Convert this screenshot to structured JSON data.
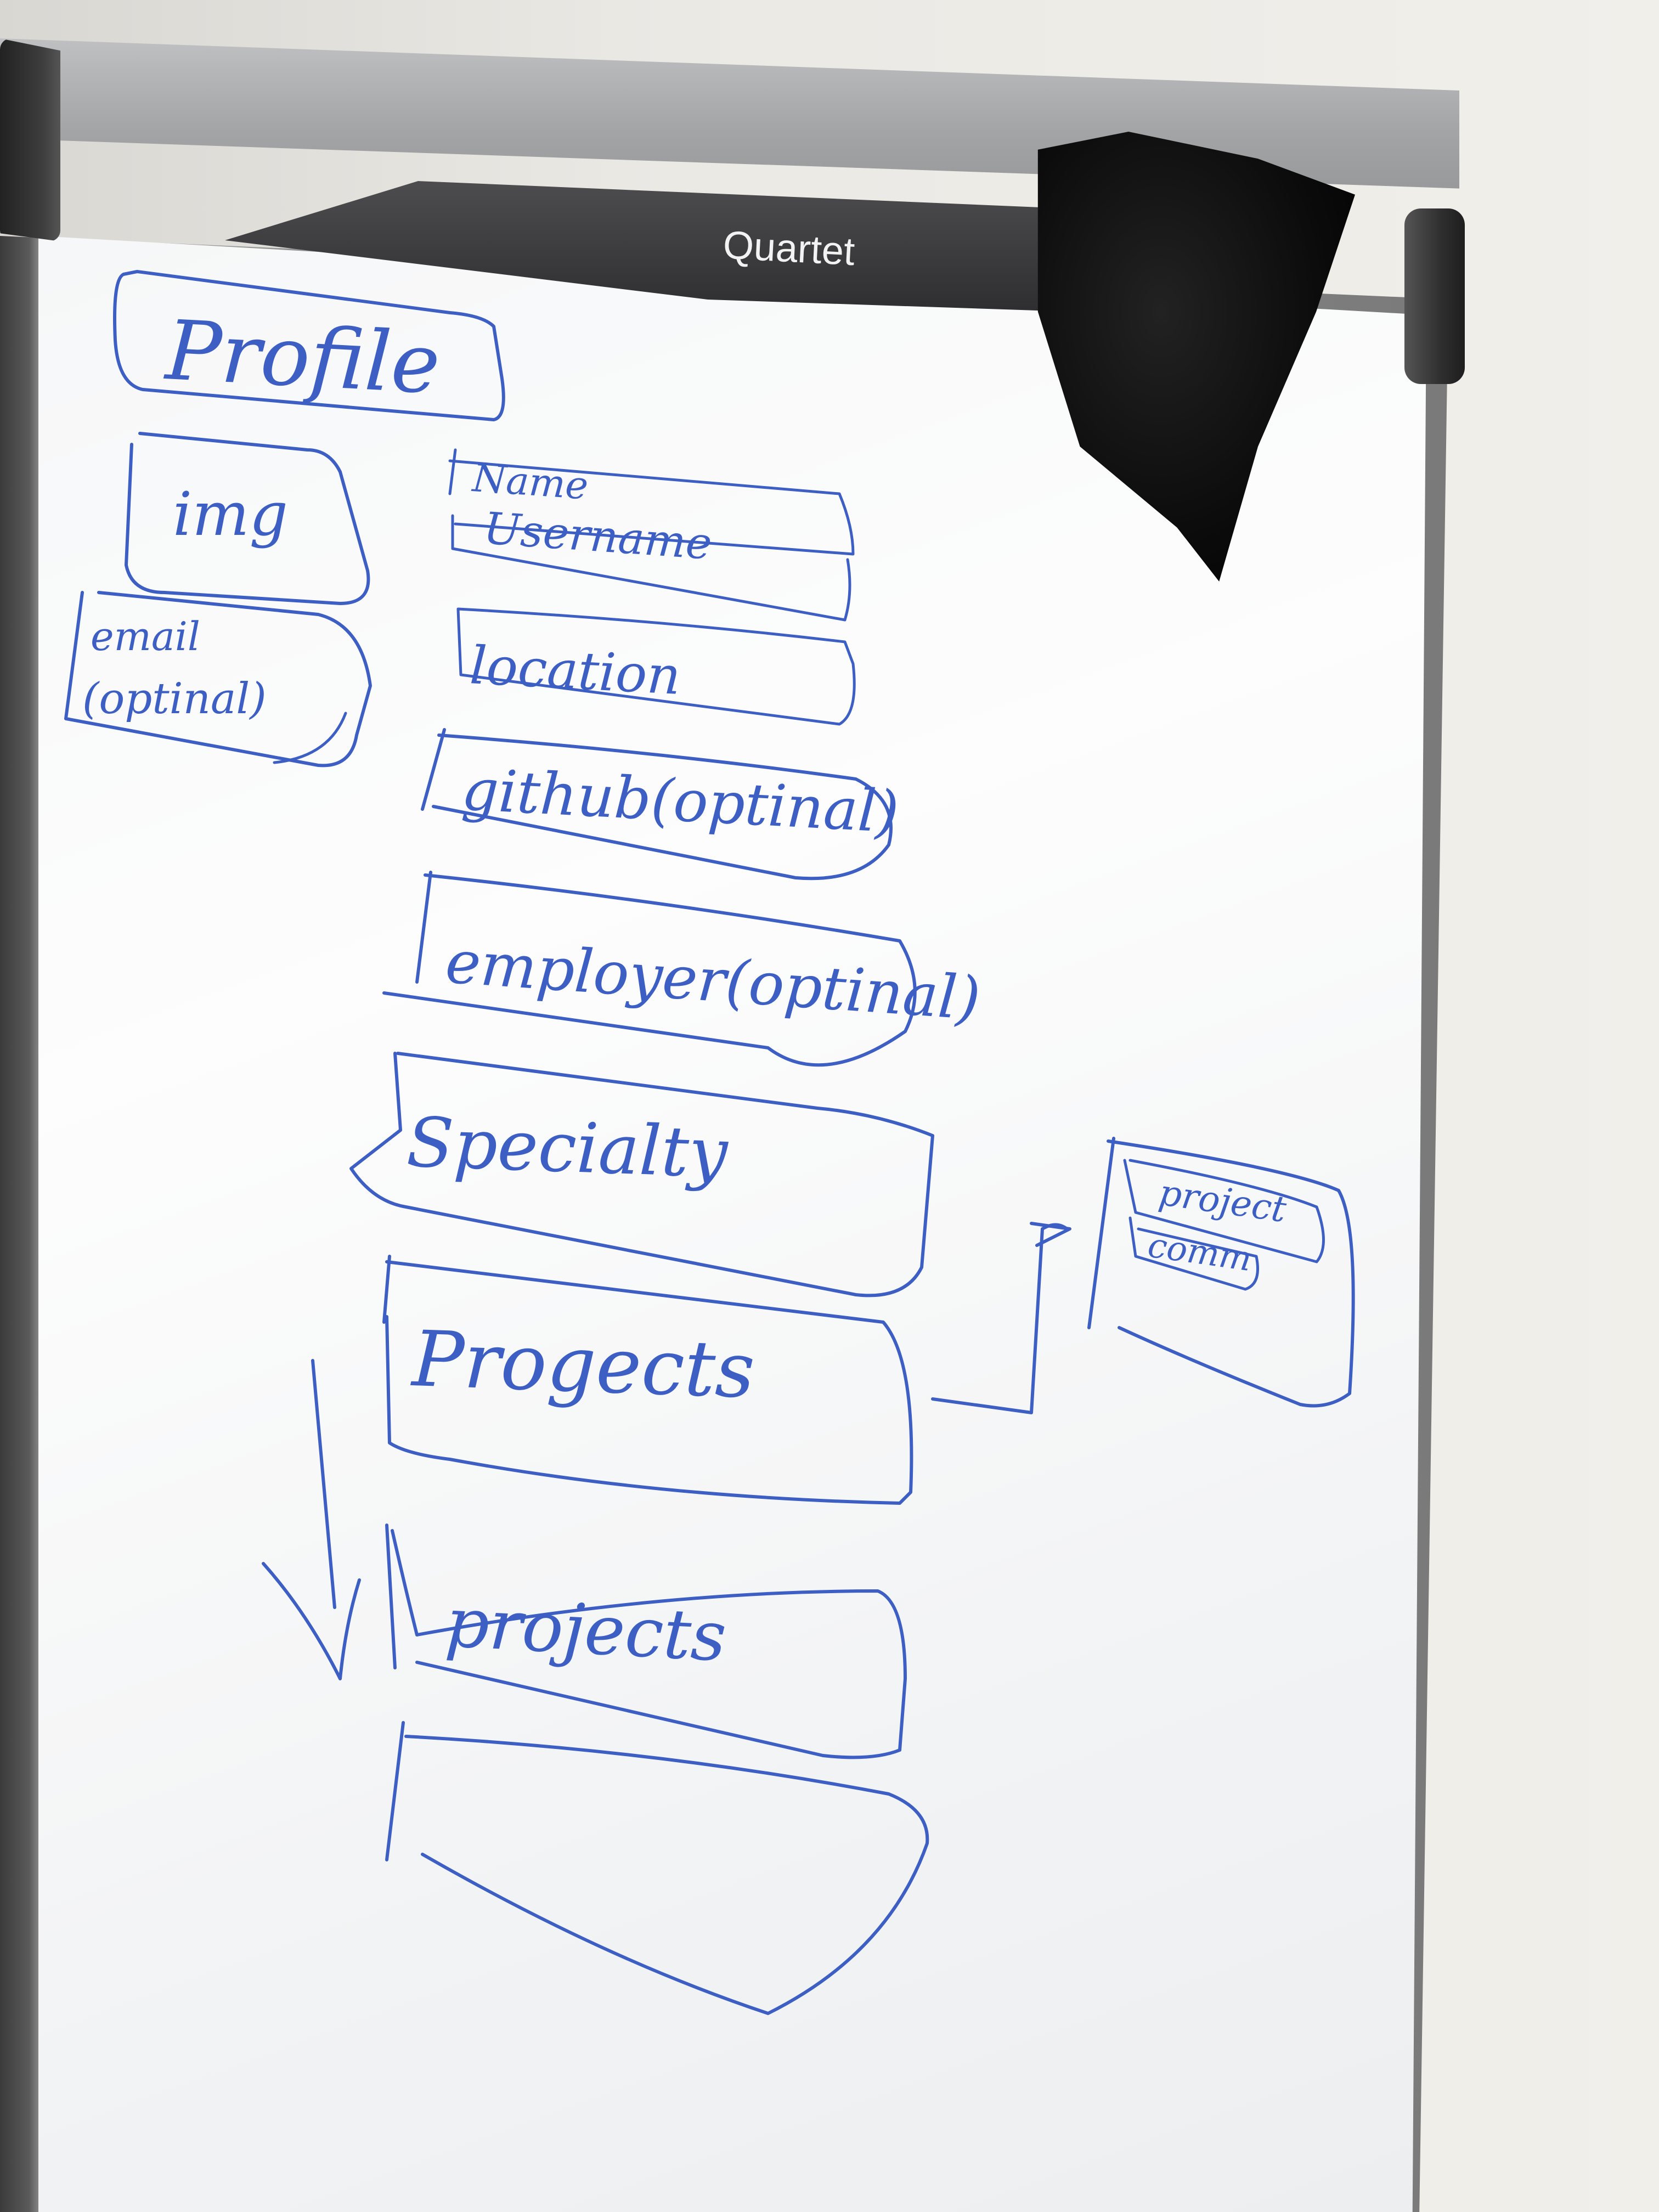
{
  "brand": "Quartet",
  "sketch": {
    "title": "Profile",
    "img_label": "img",
    "email_line1": "email",
    "email_line2": "(optinal)",
    "name_label": "Name",
    "username_label": "Username",
    "location_label": "location",
    "github_label": "github(optinal)",
    "employer_label": "employer(optinal)",
    "specialty_label": "Specialty",
    "projects_label_1": "Progects",
    "projects_label_2": "projects",
    "detail_project_label": "project",
    "detail_comm_label": "comm"
  },
  "colors": {
    "ink": "#3d5fc4",
    "board": "#fbfbfc",
    "frame": "#7a7a7a"
  }
}
